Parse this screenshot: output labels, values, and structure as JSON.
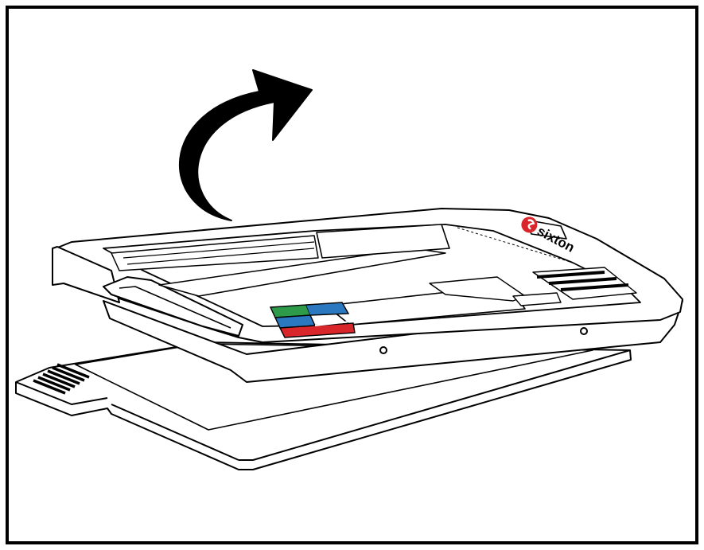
{
  "figure": {
    "brand_text": "sixton",
    "icons": [
      "rotate-up-arrow-icon",
      "sixton-logo-icon"
    ],
    "colors": {
      "border": "#000000",
      "background": "#ffffff",
      "arrow": "#000000",
      "logo_red": "#d9262b",
      "tab_green": "#2e9b4a",
      "tab_blue": "#2a79c0",
      "tab_red": "#d9262b"
    },
    "color_tabs": [
      "green",
      "blue",
      "red"
    ]
  }
}
